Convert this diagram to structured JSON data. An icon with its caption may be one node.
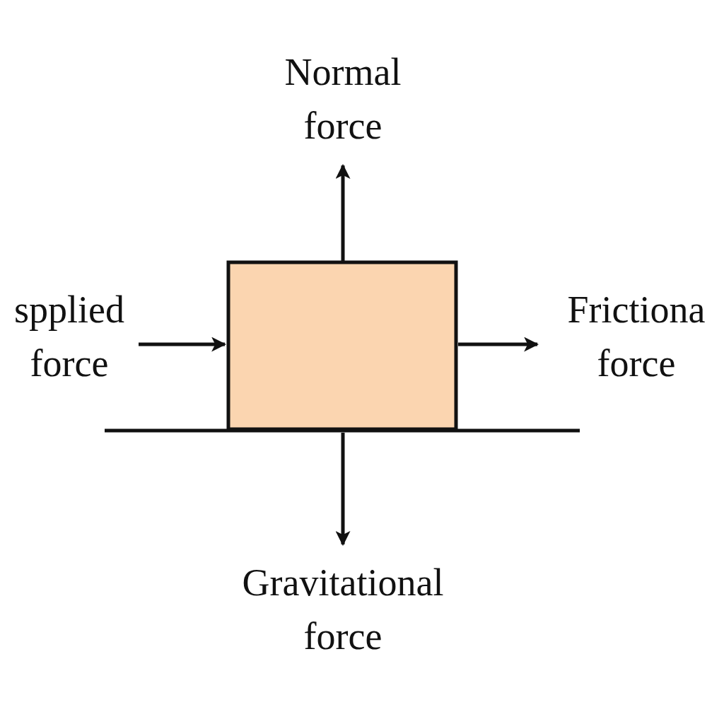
{
  "diagram": {
    "nodes": [
      {
        "text": [],
        "shape": "box"
      }
    ],
    "labels": [
      "Normal force",
      "spplied force",
      "Frictiona force",
      "Gravitational force"
    ]
  }
}
